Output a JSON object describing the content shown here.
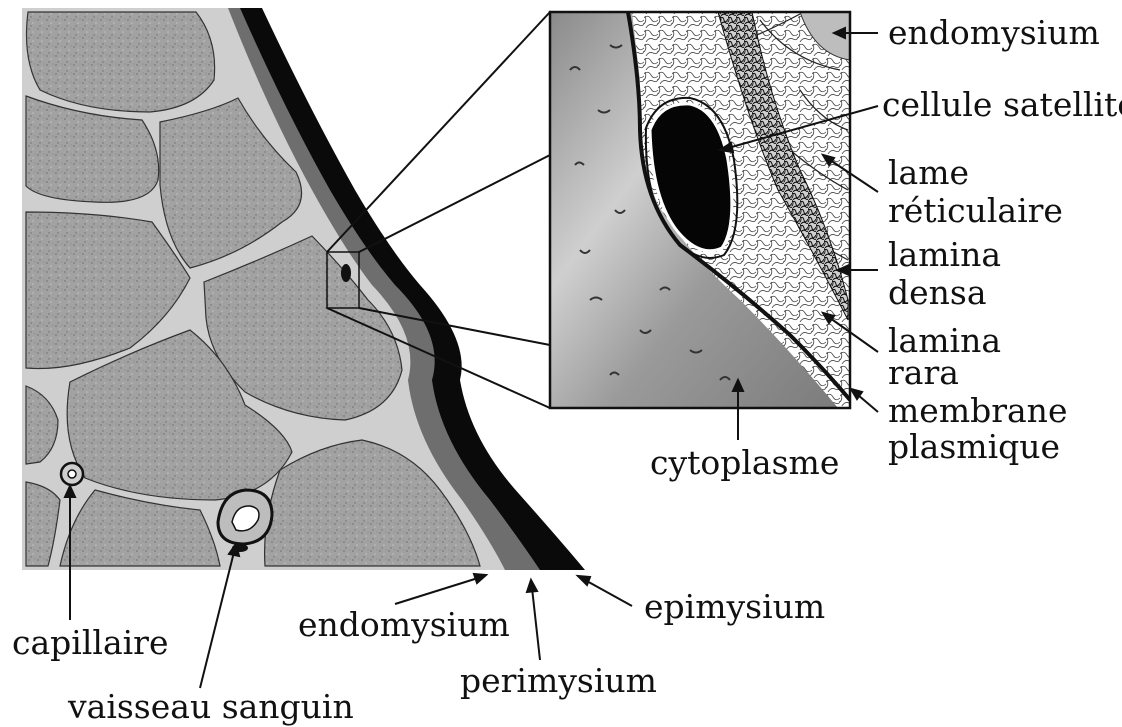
{
  "labels": {
    "inset_right": {
      "endomysium": "endomysium",
      "cellule_satellite": "cellule satellite",
      "lame_reticulaire_1": "lame",
      "lame_reticulaire_2": "réticulaire",
      "lamina_densa_1": "lamina",
      "lamina_densa_2": "densa",
      "lamina_rara_1": "lamina",
      "lamina_rara_2": "rara",
      "membrane_plasmique_1": "membrane",
      "membrane_plasmique_2": "plasmique",
      "cytoplasme": "cytoplasme"
    },
    "bottom": {
      "capillaire": "capillaire",
      "vaisseau_sanguin": "vaisseau sanguin",
      "endomysium": "endomysium",
      "perimysium": "perimysium",
      "epimysium": "epimysium"
    }
  },
  "colors": {
    "fiber": "#9c9c9c",
    "fiber_dark": "#7c7c7c",
    "connective": "#cfcfcf",
    "perimysium_band": "#6e6e6e",
    "epimysium_band": "#0a0a0a",
    "ink": "#111111"
  }
}
